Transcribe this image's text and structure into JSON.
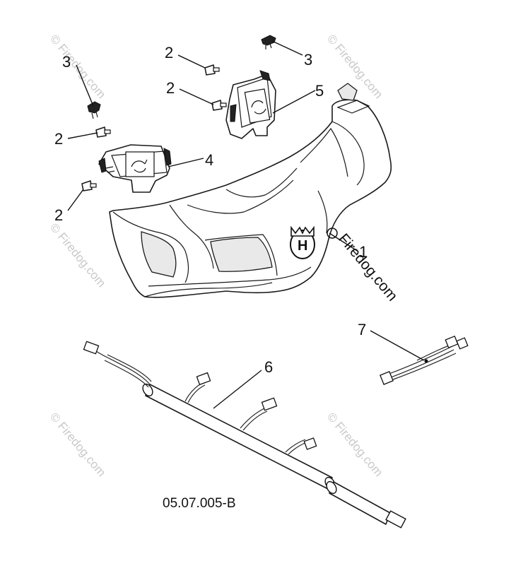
{
  "diagram": {
    "drawing_code": "05.07.005-B",
    "callouts": [
      {
        "id": "c1",
        "label": "1"
      },
      {
        "id": "c2a",
        "label": "2"
      },
      {
        "id": "c2b",
        "label": "2"
      },
      {
        "id": "c2c",
        "label": "2"
      },
      {
        "id": "c2d",
        "label": "2"
      },
      {
        "id": "c3a",
        "label": "3"
      },
      {
        "id": "c3b",
        "label": "3"
      },
      {
        "id": "c4",
        "label": "4"
      },
      {
        "id": "c5",
        "label": "5"
      },
      {
        "id": "c6",
        "label": "6"
      },
      {
        "id": "c7",
        "label": "7"
      }
    ],
    "watermark": "© Firedog.com",
    "watermark_center": "Firedog.com",
    "logo_letter": "H"
  }
}
